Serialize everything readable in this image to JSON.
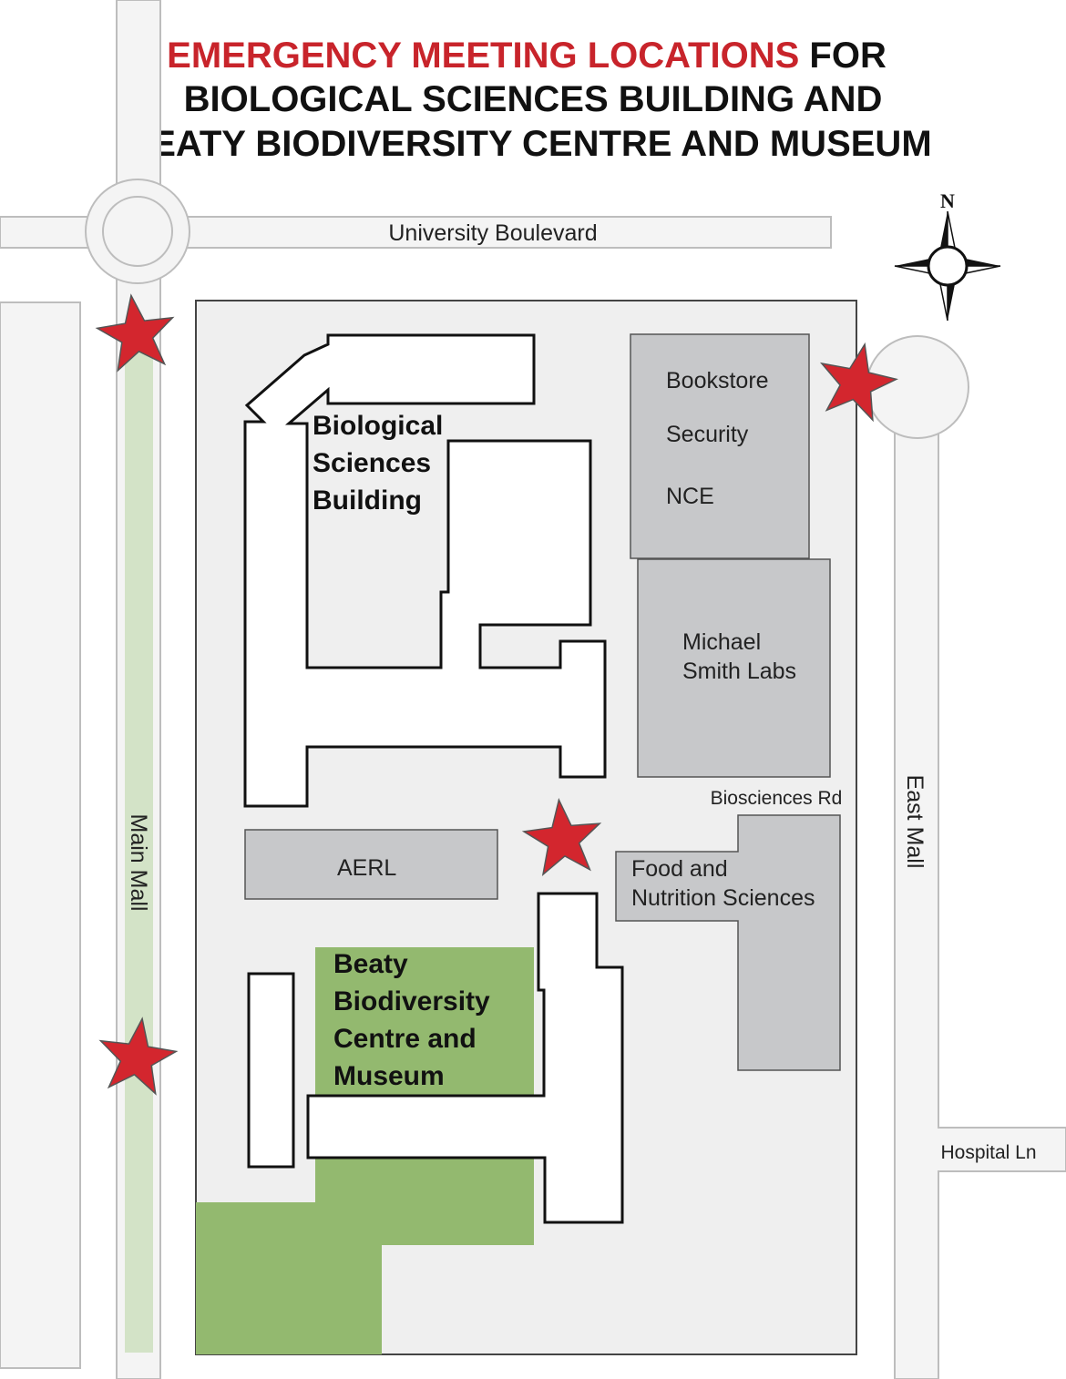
{
  "title": {
    "highlight": "EMERGENCY MEETING LOCATIONS",
    "line1_rest": " FOR",
    "line2": "BIOLOGICAL SCIENCES BUILDING AND",
    "line3": "BEATY BIODIVERSITY CENTRE AND MUSEUM"
  },
  "compass": {
    "north": "N"
  },
  "streets": {
    "university_blvd": "University Boulevard",
    "main_mall": "Main Mall",
    "east_mall": "East Mall",
    "biosciences_rd": "Biosciences Rd",
    "hospital_ln": "Hospital Ln"
  },
  "buildings": {
    "bio_sciences": [
      "Biological",
      "Sciences",
      "Building"
    ],
    "beaty": [
      "Beaty",
      "Biodiversity",
      "Centre and",
      "Museum"
    ],
    "bookstore": "Bookstore",
    "security": "Security",
    "nce": "NCE",
    "michael_smith": [
      "Michael",
      "Smith Labs"
    ],
    "aerl": "AERL",
    "food_nutrition": [
      "Food and",
      "Nutrition Sciences"
    ]
  },
  "colors": {
    "highlight_red": "#c8242b",
    "star_red": "#d3262e",
    "road_fill": "#f4f4f4",
    "road_stroke": "#bdbdbd",
    "block_fill": "#efefef",
    "grey_building": "#c7c8ca",
    "green_area": "#93b96f",
    "main_mall_strip": "#d3e3c7"
  },
  "meeting_points": 4
}
